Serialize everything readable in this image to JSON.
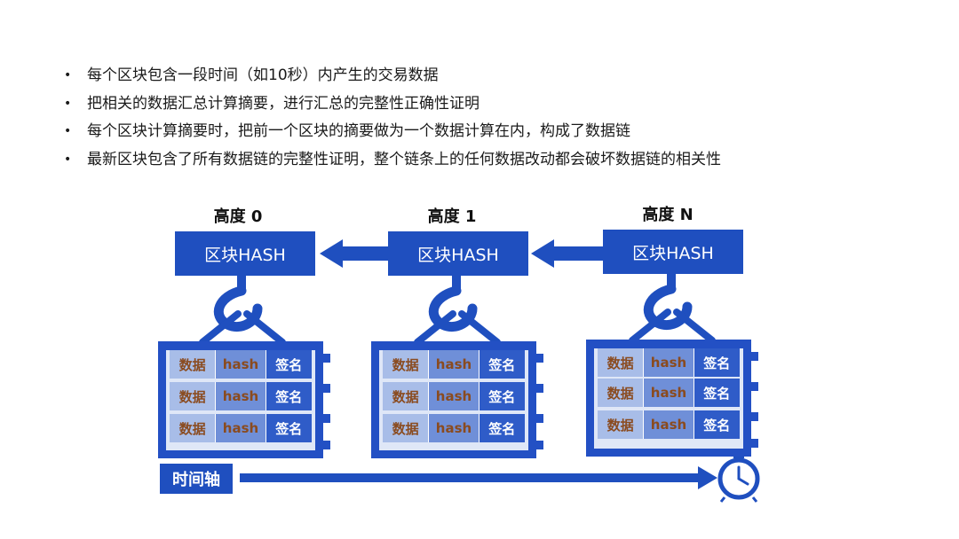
{
  "bullets": [
    "每个区块包含一段时间（如10秒）内产生的交易数据",
    "把相关的数据汇总计算摘要，进行汇总的完整性正确性证明",
    "每个区块计算摘要时，把前一个区块的摘要做为一个数据计算在内，构成了数据链",
    "最新区块包含了所有数据链的完整性证明，整个链条上的任何数据改动都会破坏数据链的相关性"
  ],
  "bullet_symbol": "•",
  "blocks": [
    {
      "height_label": "高度 0",
      "hash_label": "区块HASH",
      "rows": [
        {
          "data": "数据",
          "hash": "hash",
          "sig": "签名"
        },
        {
          "data": "数据",
          "hash": "hash",
          "sig": "签名"
        },
        {
          "data": "数据",
          "hash": "hash",
          "sig": "签名"
        }
      ]
    },
    {
      "height_label": "高度 1",
      "hash_label": "区块HASH",
      "rows": [
        {
          "data": "数据",
          "hash": "hash",
          "sig": "签名"
        },
        {
          "data": "数据",
          "hash": "hash",
          "sig": "签名"
        },
        {
          "data": "数据",
          "hash": "hash",
          "sig": "签名"
        }
      ]
    },
    {
      "height_label": "高度 N",
      "hash_label": "区块HASH",
      "rows": [
        {
          "data": "数据",
          "hash": "hash",
          "sig": "签名"
        },
        {
          "data": "数据",
          "hash": "hash",
          "sig": "签名"
        },
        {
          "data": "数据",
          "hash": "hash",
          "sig": "签名"
        }
      ]
    }
  ],
  "timeline_label": "时间轴",
  "icons": {
    "clock": "clock-icon",
    "hook": "crane-hook-icon"
  },
  "colors": {
    "primary_blue": "#1f4fbf",
    "data_text": "#8a4b1f"
  }
}
